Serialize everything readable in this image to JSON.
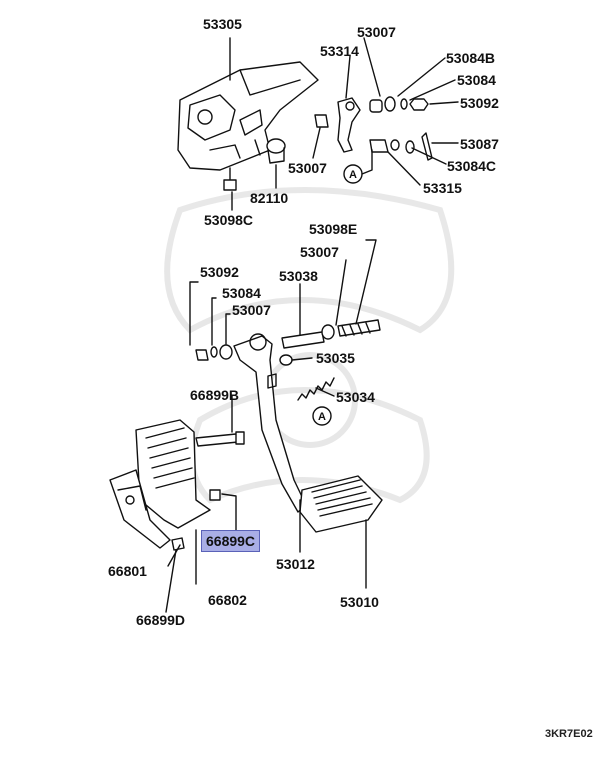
{
  "labels": {
    "p53305": "53305",
    "p53007a": "53007",
    "p53314": "53314",
    "p53084b": "53084B",
    "p53084a": "53084",
    "p53092a": "53092",
    "p53087": "53087",
    "p53084c": "53084C",
    "p53007b": "53007",
    "p53315": "53315",
    "p82110": "82110",
    "p53098c": "53098C",
    "p53098e": "53098E",
    "p53007c": "53007",
    "p53092b": "53092",
    "p53038": "53038",
    "p53084d": "53084",
    "p53007d": "53007",
    "p53035": "53035",
    "p53034": "53034",
    "p66899b": "66899B",
    "p66899c": "66899C",
    "p53012": "53012",
    "p66801": "66801",
    "p66802": "66802",
    "p53010": "53010",
    "p66899d": "66899D"
  },
  "callouts": {
    "a": "A"
  },
  "footer_code": "3KR7E02",
  "colors": {
    "highlight": "#a9aee6",
    "line": "#111111"
  }
}
